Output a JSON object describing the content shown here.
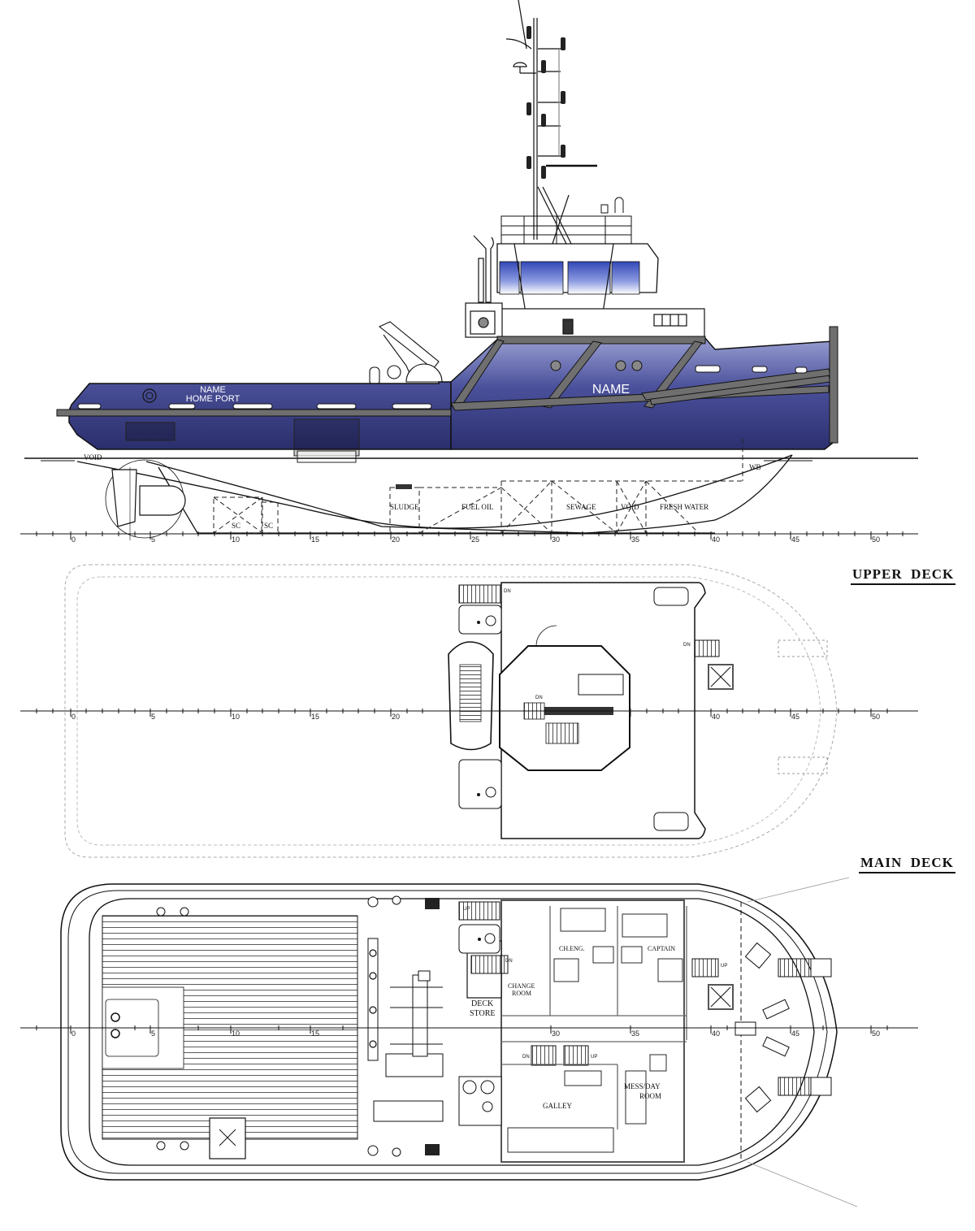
{
  "drawing": {
    "type": "General Arrangement – Harbour Tug",
    "colors": {
      "hull": "#3a3f86",
      "hull_light": "#8d93c8",
      "fender": "#6f6f6f",
      "window": "#3b4fb8",
      "line": "#111111",
      "hidden_line": "#9a9a9a"
    }
  },
  "profile": {
    "hull_text_aft": [
      "NAME",
      "HOME PORT"
    ],
    "hull_text_fwd": "NAME",
    "tank_labels": [
      {
        "id": "void_aft",
        "label": "VOID"
      },
      {
        "id": "sc1",
        "label": "SC"
      },
      {
        "id": "sc2",
        "label": "SC"
      },
      {
        "id": "sludge",
        "label": "SLUDGE"
      },
      {
        "id": "fuel_oil",
        "label": "FUEL OIL"
      },
      {
        "id": "sewage",
        "label": "SEWAGE"
      },
      {
        "id": "void_fwd",
        "label": "VOID"
      },
      {
        "id": "fresh_water",
        "label": "FRESH WATER"
      },
      {
        "id": "wb",
        "label": "WB"
      }
    ],
    "frame_scale": [
      "0",
      "5",
      "10",
      "15",
      "20",
      "25",
      "30",
      "35",
      "40",
      "45",
      "50"
    ]
  },
  "upper_deck": {
    "title": "UPPER  DECK",
    "labels": {
      "dn_aft": "DN",
      "dn_fwd": "DN",
      "dn_center": "DN"
    },
    "frame_scale": [
      "0",
      "5",
      "10",
      "15",
      "20",
      "25",
      "30",
      "35",
      "40",
      "45",
      "50"
    ]
  },
  "main_deck": {
    "title": "MAIN  DECK",
    "rooms": [
      {
        "id": "deck_store",
        "label": [
          "DECK",
          "STORE"
        ]
      },
      {
        "id": "change_room",
        "label": [
          "CHANGE",
          "ROOM"
        ]
      },
      {
        "id": "ch_eng",
        "label": [
          "CH.ENG."
        ]
      },
      {
        "id": "captain",
        "label": [
          "CAPTAIN"
        ]
      },
      {
        "id": "galley",
        "label": [
          "GALLEY"
        ]
      },
      {
        "id": "mess_day_room",
        "label": [
          "MESS/DAY",
          "ROOM"
        ]
      }
    ],
    "stair_labels": {
      "up_aft": "UP",
      "dn_store": "DN",
      "dn_galley": "DN",
      "up_galley": "UP",
      "up_fwd": "UP"
    },
    "frame_scale": [
      "0",
      "5",
      "10",
      "15",
      "20",
      "25",
      "30",
      "35",
      "40",
      "45",
      "50"
    ]
  }
}
